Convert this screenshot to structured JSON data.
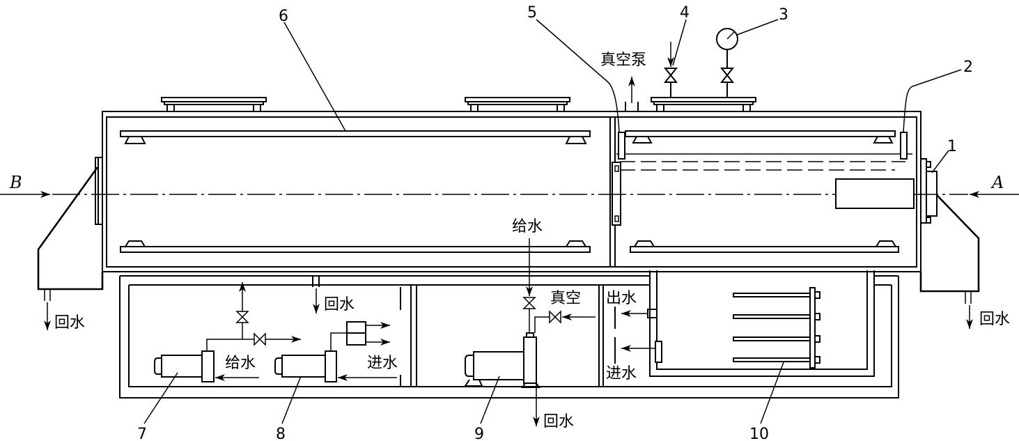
{
  "colors": {
    "line": "#000000",
    "background": "#ffffff"
  },
  "part_numbers": {
    "p1": "1",
    "p2": "2",
    "p3": "3",
    "p4": "4",
    "p5": "5",
    "p6": "6",
    "p7": "7",
    "p8": "8",
    "p9": "9",
    "p10": "10"
  },
  "labels": {
    "vacuum_pump": "真空泵",
    "inlet_b": "B",
    "inlet_a": "A",
    "return_left": "回水",
    "return_mid": "回水",
    "return_right": "回水",
    "return_bottom": "回水",
    "feed_water_9": "给水",
    "feed_water_7": "给水",
    "vacuum": "真空",
    "water_out": "出水",
    "water_in_8": "进水",
    "water_in_10": "进水"
  }
}
